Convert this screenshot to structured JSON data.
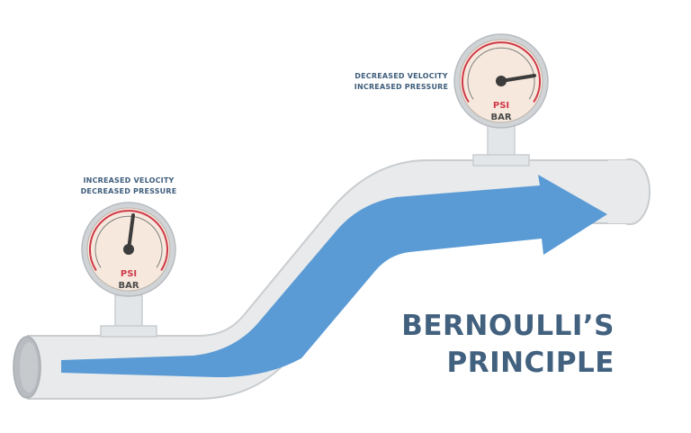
{
  "title": {
    "line1": "BERNOULLI’S",
    "line2": "PRINCIPLE"
  },
  "gauges": [
    {
      "caption_line1": "INCREASED VELOCITY",
      "caption_line2": "DECREASED PRESSURE",
      "unit_top": "PSI",
      "unit_bottom": "BAR"
    },
    {
      "caption_line1": "DECREASED VELOCITY",
      "caption_line2": "INCREASED PRESSURE",
      "unit_top": "PSI",
      "unit_bottom": "BAR"
    }
  ],
  "colors": {
    "pipe_fill": "#e8eaeb",
    "pipe_edge": "#c9cdd0",
    "flow_arrow": "#5b9bd5",
    "gauge_face": "#f6e8dc",
    "gauge_bezel": "#d0d4d7",
    "gauge_scale": "#cf3a4a",
    "text": "#42617f"
  },
  "icons": {
    "flow": "flow-arrow-icon",
    "gauge": "pressure-gauge-icon"
  }
}
